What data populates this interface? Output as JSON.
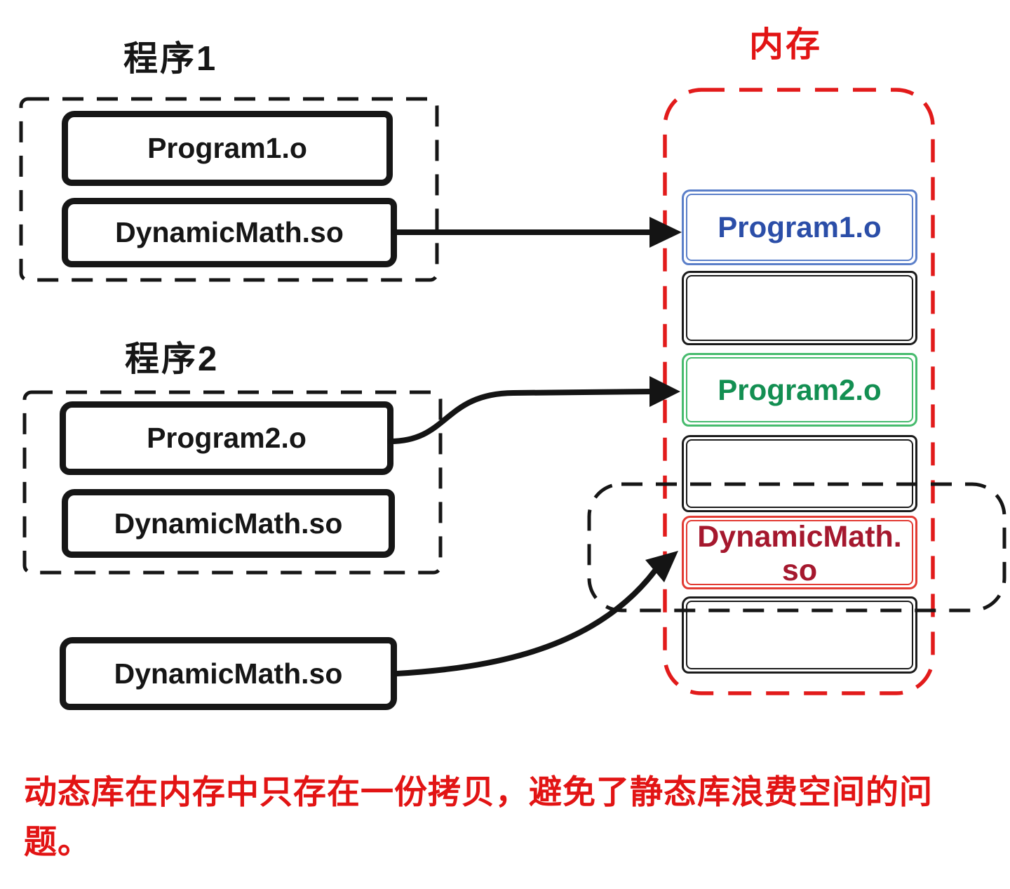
{
  "labels": {
    "program1": "程序1",
    "program2": "程序2",
    "memory": "内存"
  },
  "program1_group": {
    "box1": "Program1.o",
    "box2": "DynamicMath.so"
  },
  "program2_group": {
    "box1": "Program2.o",
    "box2": "DynamicMath.so"
  },
  "standalone_box": {
    "label": "DynamicMath.so"
  },
  "memory_slots": {
    "slot1": "Program1.o",
    "slot2": "",
    "slot3": "Program2.o",
    "slot4": "",
    "slot5": "DynamicMath.so",
    "slot6": ""
  },
  "caption": {
    "line1": "动态库在内存中只存在一份拷贝，避免了静态库浪费空间的问",
    "line2": "题。"
  },
  "colors": {
    "accent_red": "#e21414",
    "ink_black": "#161616",
    "memory_slot_blue_border": "#5b7fc9",
    "memory_slot_blue_text": "#2b4ea8",
    "memory_slot_green_border": "#46bb6d",
    "memory_slot_green_text": "#138f52",
    "memory_slot_red_border": "#e23b33",
    "memory_slot_red_text": "#a5182e"
  }
}
